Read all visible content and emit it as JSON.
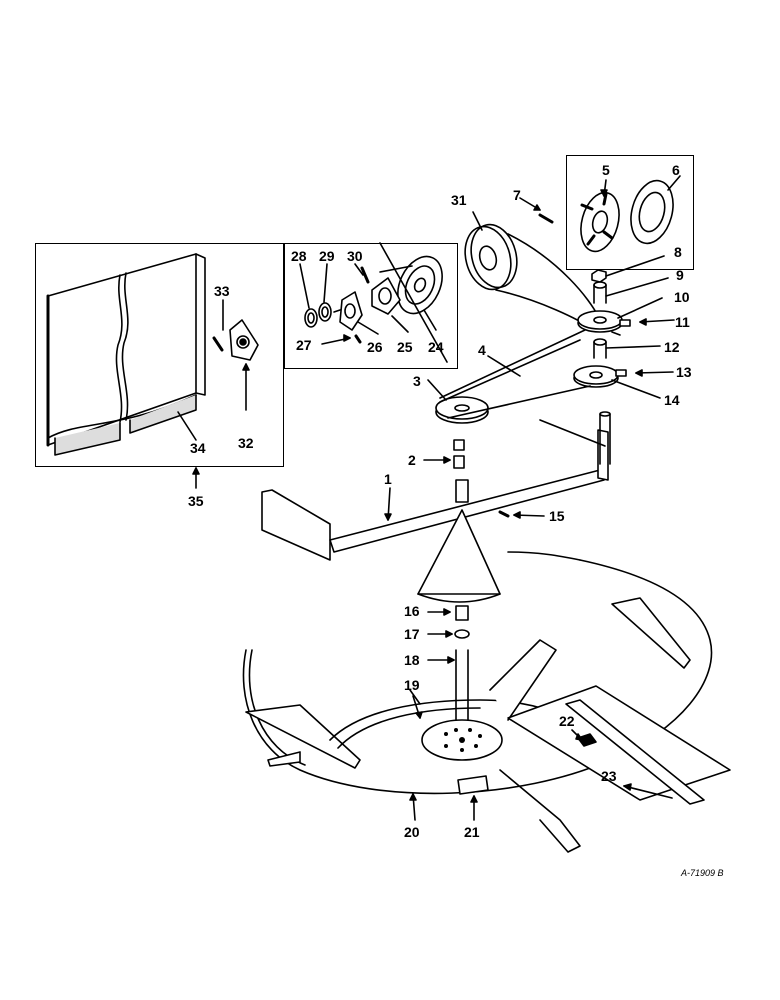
{
  "callouts": {
    "c1": "1",
    "c2": "2",
    "c3": "3",
    "c4": "4",
    "c5": "5",
    "c6": "6",
    "c7": "7",
    "c8": "8",
    "c9": "9",
    "c10": "10",
    "c11": "11",
    "c12": "12",
    "c13": "13",
    "c14": "14",
    "c15": "15",
    "c16": "16",
    "c17": "17",
    "c18": "18",
    "c19": "19",
    "c20": "20",
    "c21": "21",
    "c22": "22",
    "c23": "23",
    "c24": "24",
    "c25": "25",
    "c26": "26",
    "c27": "27",
    "c28": "28",
    "c29": "29",
    "c30": "30",
    "c31": "31",
    "c32": "32",
    "c33": "33",
    "c34": "34",
    "c35": "35"
  },
  "drawing_id": "A-71909 B"
}
